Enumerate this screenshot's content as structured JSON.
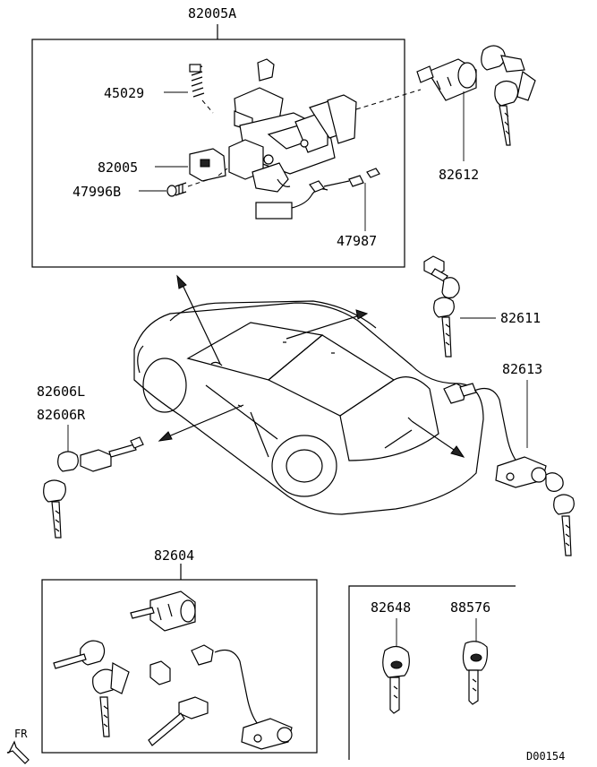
{
  "labels": {
    "top_assembly": "82005A",
    "p45029": "45029",
    "p82005": "82005",
    "p47996B": "47996B",
    "p47987": "47987",
    "p82612": "82612",
    "p82611": "82611",
    "p82613": "82613",
    "p82606L": "82606L",
    "p82606R": "82606R",
    "bottom_assembly": "82604",
    "p82648": "82648",
    "p88576": "88576",
    "fr": "FR",
    "diagram_code": "D00154"
  }
}
